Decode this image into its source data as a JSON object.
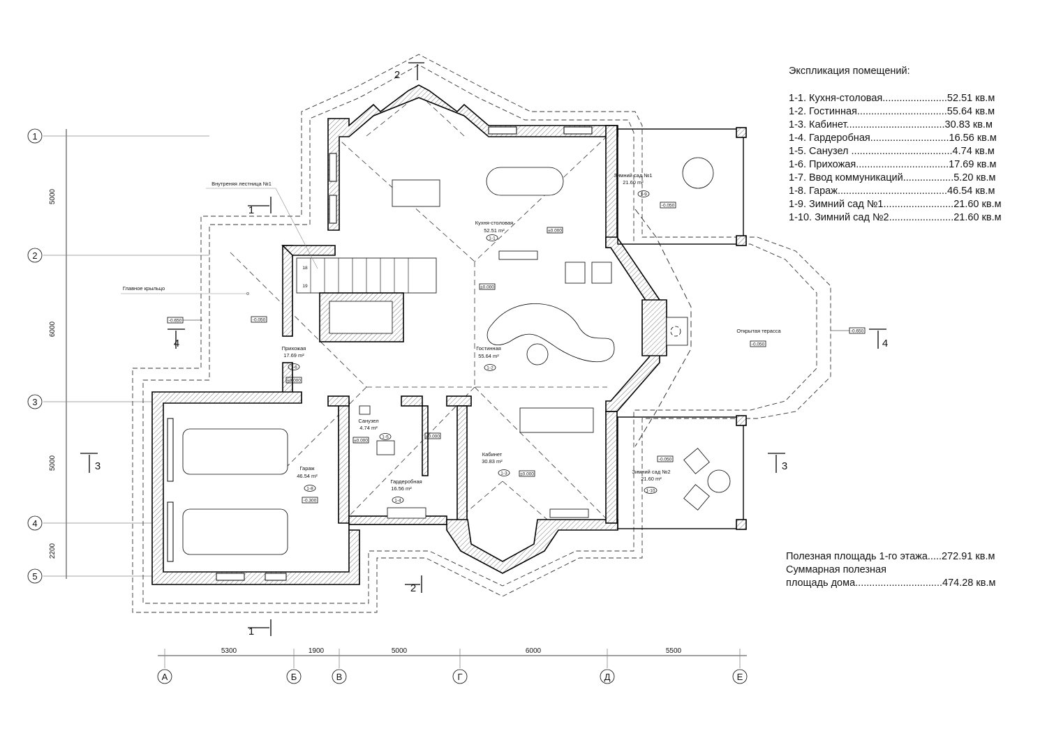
{
  "explication": {
    "title": "Экспликация помещений:",
    "items": [
      "1-1. Кухня-столовая.......................52.51 кв.м",
      "1-2. Гостинная................................55.64 кв.м",
      "1-3. Кабинет...................................30.83 кв.м",
      "1-4. Гардеробная............................16.56 кв.м",
      "1-5. Санузел ....................................4.74 кв.м",
      "1-6. Прихожая.................................17.69 кв.м",
      "1-7. Ввод коммуникаций..................5.20 кв.м",
      "1-8. Гараж.......................................46.54 кв.м",
      "1-9. Зимний сад №1.........................21.60 кв.м",
      "1-10. Зимний сад №2.......................21.60 кв.м"
    ]
  },
  "summary": {
    "line1": "Полезная площадь 1-го этажа.....272.91 кв.м",
    "line2": "Суммарная полезная",
    "line3": "площадь дома...............................474.28 кв.м"
  },
  "rooms": [
    {
      "name": "Кухня-столовая",
      "area": "52.51 m²",
      "code": "1-1",
      "level": "±0.000"
    },
    {
      "name": "Гостинная",
      "area": "55.64 m²",
      "code": "1-2",
      "level": "±0.000"
    },
    {
      "name": "Кабинет",
      "area": "30.83 m²",
      "code": "1-3",
      "level": "±0.000"
    },
    {
      "name": "Гардеробная",
      "area": "16.56 m²",
      "code": "1-4",
      "level": "±0.000"
    },
    {
      "name": "Санузел",
      "area": "4.74 m²",
      "code": "1-5",
      "level": "±0.000"
    },
    {
      "name": "Прихожая",
      "area": "17.69 m²",
      "code": "1-6",
      "level": "±0.000"
    },
    {
      "name": "Гараж",
      "area": "46.54 m²",
      "code": "1-8",
      "level": "-0.300"
    },
    {
      "name": "Зимний сад №1",
      "area": "21.60 m²",
      "code": "1-9",
      "level": "-0.050"
    },
    {
      "name": "Зимний сад №2",
      "area": "21.60 m²",
      "code": "1-10",
      "level": "-0.050"
    }
  ],
  "annotations": {
    "terrace": "Открытая терасса",
    "terrace_level": "-0.050",
    "porch": "Главное крыльцо",
    "porch_level": "-0.050",
    "stair": "Внутреняя лестница №1",
    "ground_left": "-0.650",
    "ground_right": "-0.650",
    "kitchen_level2": "±0.000",
    "stair_step_18": "18",
    "stair_step_19": "19"
  },
  "axes": {
    "rows": [
      "1",
      "2",
      "3",
      "4",
      "5"
    ],
    "cols": [
      "А",
      "Б",
      "В",
      "Г",
      "Д",
      "Е"
    ],
    "row_dims": [
      "5000",
      "6000",
      "5000",
      "2200"
    ],
    "col_dims": [
      "5300",
      "1900",
      "5000",
      "6000",
      "5500"
    ]
  },
  "sections": {
    "s1": "1",
    "s2": "2",
    "s3": "3",
    "s4": "4"
  }
}
